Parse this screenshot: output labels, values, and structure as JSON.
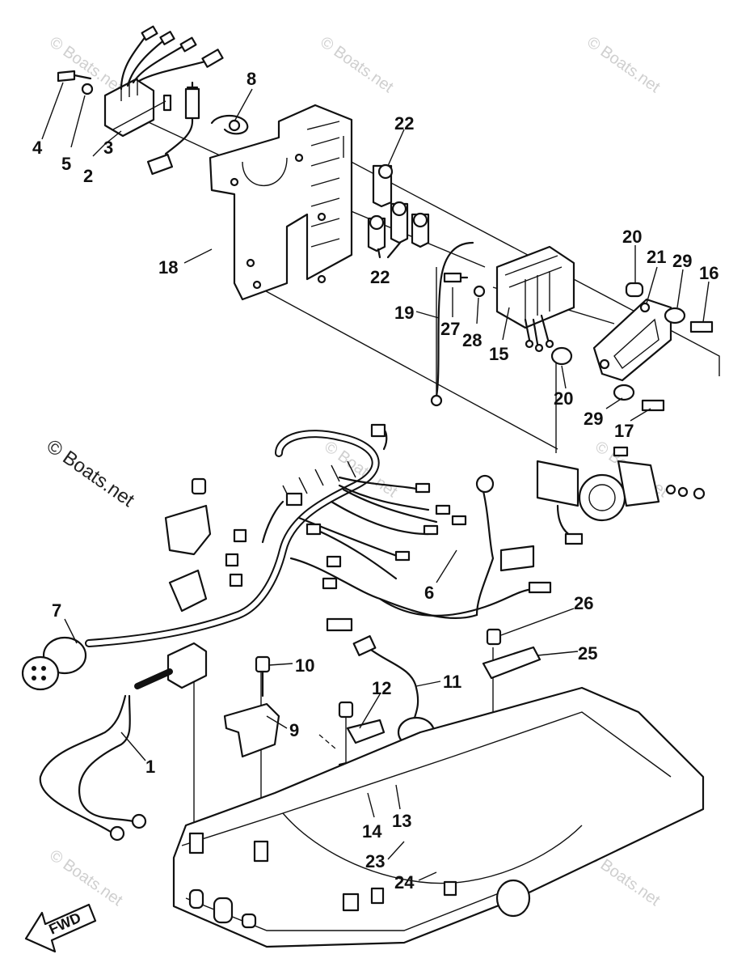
{
  "watermarks": {
    "small": "© Boats.net",
    "large": "© Boats.net"
  },
  "fwd_label": "FWD",
  "labels": {
    "l1": "1",
    "l2": "2",
    "l3": "3",
    "l4": "4",
    "l5": "5",
    "l6": "6",
    "l7": "7",
    "l8": "8",
    "l9": "9",
    "l10": "10",
    "l11": "11",
    "l12": "12",
    "l13": "13",
    "l14": "14",
    "l15": "15",
    "l16": "16",
    "l17": "17",
    "l18": "18",
    "l19": "19",
    "l20a": "20",
    "l20b": "20",
    "l21": "21",
    "l22a": "22",
    "l22b": "22",
    "l23": "23",
    "l24": "24",
    "l25": "25",
    "l26": "26",
    "l27": "27",
    "l28": "28",
    "l29a": "29",
    "l29b": "29"
  }
}
